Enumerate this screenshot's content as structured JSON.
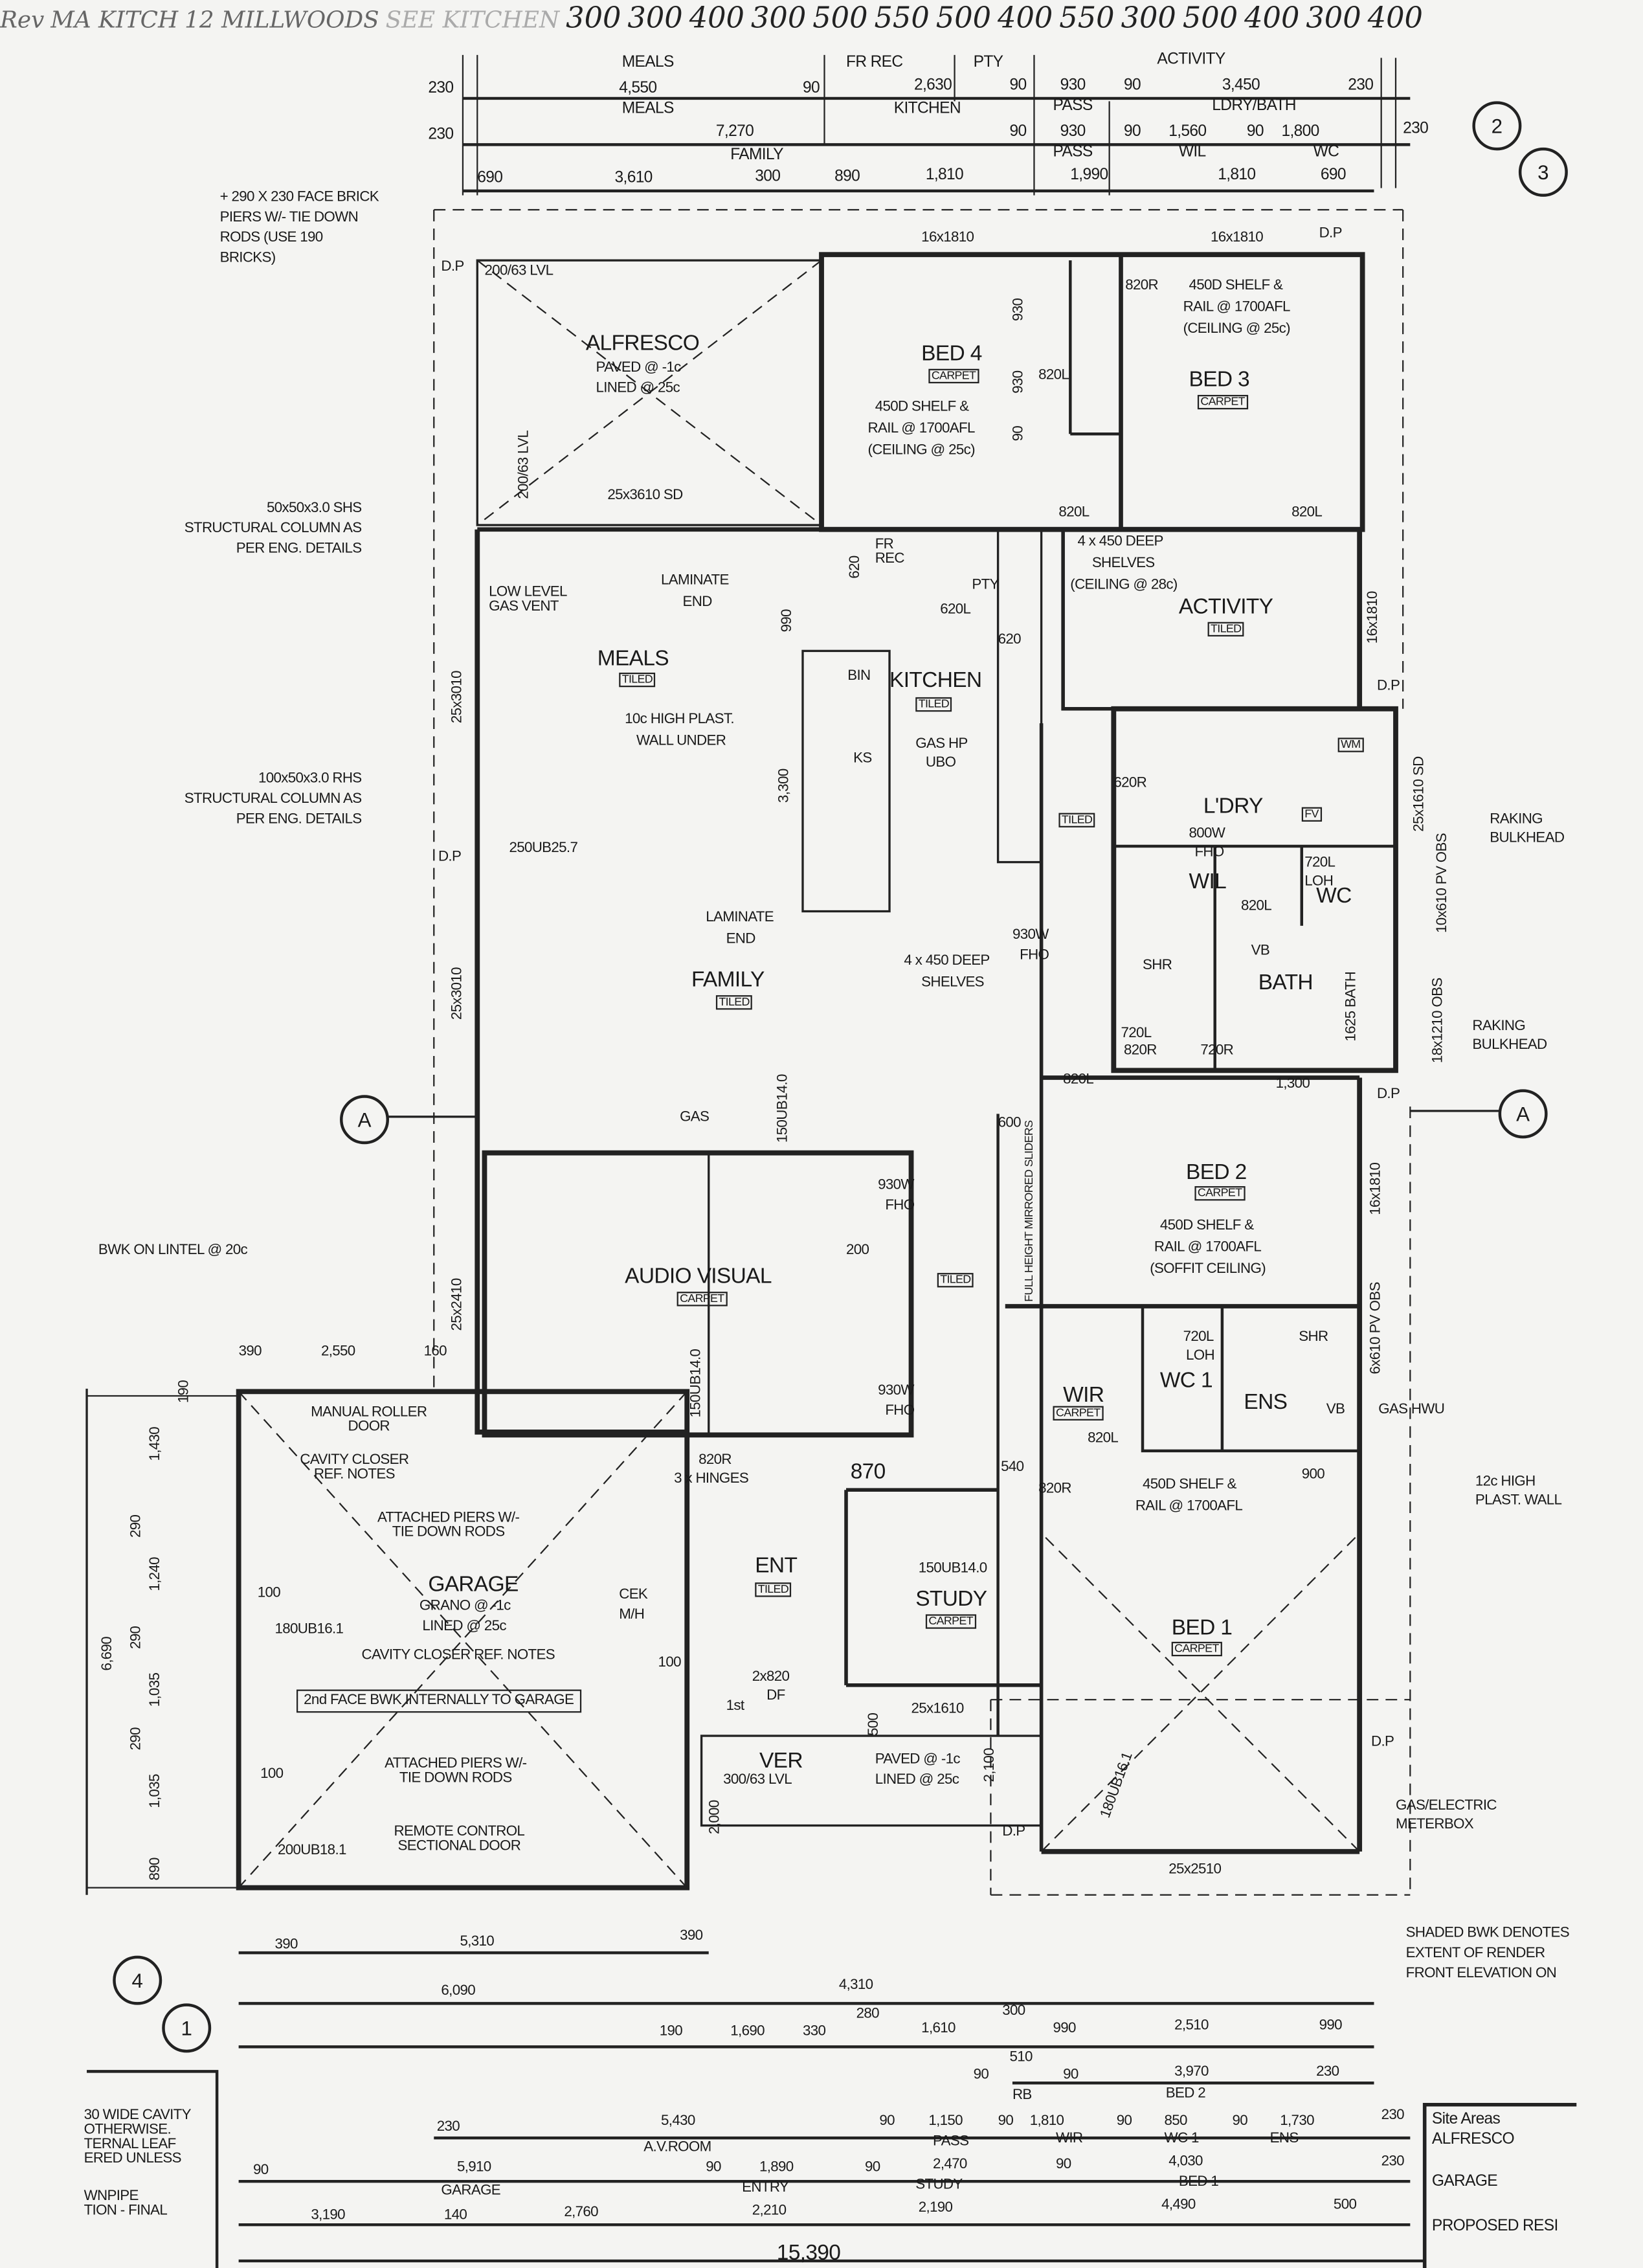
{
  "top_dims": {
    "row1_labels": [
      "MEALS",
      "FR REC",
      "PTY",
      "ACTIVITY"
    ],
    "row1_values": [
      "230",
      "4,550",
      "90",
      "2,630",
      "90",
      "930",
      "90",
      "3,450",
      "230"
    ],
    "row2_labels": [
      "MEALS",
      "KITCHEN",
      "PASS",
      "LDRY/BATH"
    ],
    "row2_values": [
      "230",
      "7,270",
      "90",
      "930",
      "90",
      "1,560",
      "90",
      "1,800",
      "230"
    ],
    "row3_labels": [
      "FAMILY",
      "PASS",
      "WIL",
      "WC"
    ],
    "row3_values": [
      "690",
      "3,610",
      "300",
      "890",
      "1,810",
      "1,990",
      "1,810",
      "690"
    ]
  },
  "section_markers": [
    "2",
    "3",
    "4",
    "1",
    "A",
    "A"
  ],
  "handwritten": [
    "Rev",
    "MA KITCH",
    "12 MILLWOODS",
    "SEE KITCHEN",
    "300",
    "300",
    "400",
    "300",
    "500",
    "550",
    "500",
    "400",
    "550",
    "300",
    "500",
    "400",
    "300",
    "400"
  ],
  "notes": {
    "brick_piers": "+ 290 X 230 FACE BRICK PIERS W/- TIE DOWN RODS (USE 190 BRICKS)",
    "sc1": "50x50x3.0 SHS STRUCTURAL COLUMN AS PER ENG. DETAILS",
    "sc2": "100x50x3.0 RHS STRUCTURAL COLUMN AS PER ENG. DETAILS",
    "bwk_lintel": "BWK ON LINTEL @ 20c",
    "raking1": "RAKING BULKHEAD",
    "raking2": "RAKING BULKHEAD",
    "high_plast": "12c HIGH PLAST. WALL",
    "gas_hwu": "GAS HWU",
    "meterbox": "GAS/ELECTRIC METERBOX",
    "shaded": "SHADED BWK DENOTES EXTENT OF RENDER FRONT ELEVATION ON",
    "manual_roller": "MANUAL ROLLER DOOR",
    "cavity_closer": "CAVITY CLOSER REF. NOTES",
    "attached_piers": "ATTACHED PIERS W/-TIE DOWN RODS",
    "cavity_closer2": "CAVITY CLOSER REF. NOTES",
    "second_face": "2nd FACE BWK INTERNALLY TO GARAGE",
    "attached_piers2": "ATTACHED PIERS W/-TIE DOWN RODS",
    "remote": "REMOTE CONTROL SECTIONAL DOOR",
    "left_notes": [
      "30 WIDE CAVITY",
      "OTHERWISE.",
      "TERNAL LEAF",
      "ERED UNLESS",
      "WNPIPE",
      "TION - FINAL"
    ]
  },
  "rooms": {
    "alfresco": {
      "name": "ALFRESCO",
      "l1": "PAVED @ -1c",
      "l2": "LINED @ 25c",
      "lvl": "200/63 LVL",
      "lvl2": "200/63 LVL",
      "beam": "25x3610 SD"
    },
    "bed4": {
      "name": "BED 4",
      "floor": "CARPET",
      "l1": "450D SHELF &",
      "l2": "RAIL @ 1700AFL",
      "l3": "(CEILING @ 25c)"
    },
    "bed3": {
      "name": "BED 3",
      "floor": "CARPET",
      "l1": "450D SHELF &",
      "l2": "RAIL @ 1700AFL",
      "l3": "(CEILING @ 25c)"
    },
    "meals": {
      "name": "MEALS",
      "floor": "TILED",
      "l1": "LAMINATE",
      "l2": "END",
      "gas": "LOW LEVEL GAS VENT"
    },
    "kitchen": {
      "name": "KITCHEN",
      "floor": "TILED",
      "l1": "10c HIGH PLAST.",
      "l2": "WALL UNDER",
      "gas": "GAS HP",
      "ubo": "UBO",
      "bin": "BIN",
      "ks": "KS",
      "dim": "3,300",
      "d990": "990"
    },
    "frrec": {
      "name": "FR REC",
      "d": "620"
    },
    "pty": {
      "name": "PTY",
      "d": "620L",
      "d2": "620"
    },
    "activity": {
      "name": "ACTIVITY",
      "floor": "TILED",
      "l1": "4 x 450 DEEP",
      "l2": "SHELVES",
      "l3": "(CEILING @ 28c)"
    },
    "ldry": {
      "name": "L'DRY",
      "fho": "800W",
      "fho2": "FHO",
      "wm": "WM",
      "fv": "FV"
    },
    "wil": {
      "name": "WIL"
    },
    "wc": {
      "name": "WC",
      "d": "720L",
      "d2": "LOH"
    },
    "bath": {
      "name": "BATH",
      "vb": "VB",
      "shr": "SHR",
      "bath": "1625 BATH"
    },
    "family": {
      "name": "FAMILY",
      "floor": "TILED",
      "l1": "LAMINATE",
      "l2": "END",
      "shelves1": "4 x 450 DEEP",
      "shelves2": "SHELVES",
      "fho": "930W",
      "fho2": "FHO",
      "gas": "GAS"
    },
    "audio": {
      "name": "AUDIO VISUAL",
      "floor": "CARPET",
      "fho1": "930W",
      "fho1b": "FHO",
      "fho2": "930W",
      "fho2b": "FHO",
      "d200": "200"
    },
    "bed2": {
      "name": "BED 2",
      "floor": "CARPET",
      "l1": "450D SHELF &",
      "l2": "RAIL @ 1700AFL",
      "l3": "(SOFFIT CEILING)",
      "sliders": "FULL HEIGHT MIRRORED SLIDERS",
      "d1300": "1,300",
      "d600": "600"
    },
    "wir": {
      "name": "WIR",
      "floor": "CARPET",
      "d": "820L"
    },
    "wc1": {
      "name": "WC 1",
      "d": "720L",
      "d2": "LOH"
    },
    "ens": {
      "name": "ENS",
      "shr": "SHR",
      "vb": "VB",
      "d900": "900"
    },
    "garage": {
      "name": "GARAGE",
      "l1": "GRANO @ -1c",
      "l2": "LINED @ 25c",
      "beam": "180UB16.1",
      "beam2": "200UB18.1",
      "mh": "M/H",
      "cek": "CEK"
    },
    "ent": {
      "name": "ENT",
      "floor": "TILED",
      "door": "2x820",
      "door2": "DF",
      "first": "1st",
      "hinge": "820R",
      "hinge2": "3 x HINGES",
      "d870": "870"
    },
    "study": {
      "name": "STUDY",
      "floor": "CARPET",
      "beam": "150UB14.0"
    },
    "bed1": {
      "name": "BED 1",
      "floor": "CARPET",
      "l1": "450D SHELF &",
      "l2": "RAIL @ 1700AFL",
      "beam": "180UB16.1"
    },
    "ver": {
      "name": "VER",
      "l1": "PAVED @ -1c",
      "l2": "LINED @ 25c",
      "lvl": "300/63 LVL",
      "sd": "25x1610",
      "d500": "500",
      "d2100": "2,100",
      "d2000": "2,000"
    }
  },
  "openings": [
    "16x1810",
    "16x1810",
    "D.P",
    "820R",
    "930",
    "930",
    "820L",
    "90",
    "820L",
    "820L",
    "620R",
    "820L",
    "820R",
    "720L",
    "720R",
    "820L",
    "540",
    "820R",
    "D.P",
    "D.P",
    "D.P",
    "D.P",
    "D.P",
    "D.P"
  ],
  "side_labels": {
    "r1": "16x1810",
    "r2": "25x1610 SD",
    "r3": "10x610 PV OBS",
    "r4": "18x1210 OBS",
    "r5": "16x1810",
    "r6": "6x610 PV OBS",
    "l1": "25x3010",
    "l2": "25x3010",
    "l3": "25x2410",
    "beam1": "250UB25.7",
    "beam2": "150UB14.0",
    "beam3": "150UB14.0",
    "bot": "25x2510",
    "tiled1": "TILED",
    "tiled2": "TILED"
  },
  "garage_dims": {
    "top": [
      "390",
      "2,550",
      "160"
    ],
    "left": [
      "190",
      "1,430",
      "290",
      "1,240",
      "290",
      "1,035",
      "290",
      "1,035",
      "890"
    ],
    "total": "6,690",
    "inner": [
      "100",
      "100",
      "100"
    ]
  },
  "bottom_dims": {
    "r1": [
      "390",
      "5,310",
      "390"
    ],
    "r2": [
      "6,090",
      "4,310"
    ],
    "r3": [
      "190",
      "1,690",
      "330",
      "280",
      "1,610",
      "300",
      "990",
      "2,510",
      "990"
    ],
    "r4": [
      "90",
      "510",
      "90",
      "3,970",
      "230"
    ],
    "r4_labels": [
      "RB",
      "BED 2"
    ],
    "r5": [
      "230",
      "5,430",
      "90",
      "1,150",
      "90",
      "1,810",
      "90",
      "850",
      "90",
      "1,730",
      "230"
    ],
    "r5_labels": [
      "A.V.ROOM",
      "PASS",
      "WIR",
      "WC 1",
      "ENS"
    ],
    "r6": [
      "90",
      "5,910",
      "90",
      "1,890",
      "90",
      "2,470",
      "90",
      "4,030",
      "230"
    ],
    "r6_labels": [
      "GARAGE",
      "ENTRY",
      "STUDY",
      "BED 1"
    ],
    "r7": [
      "3,190",
      "140",
      "2,760",
      "2,210",
      "2,190",
      "4,490",
      "500"
    ],
    "total": "15,390"
  },
  "site_areas": {
    "title": "Site Areas",
    "items": [
      "ALFRESCO",
      "GARAGE",
      "PROPOSED RESI"
    ]
  }
}
